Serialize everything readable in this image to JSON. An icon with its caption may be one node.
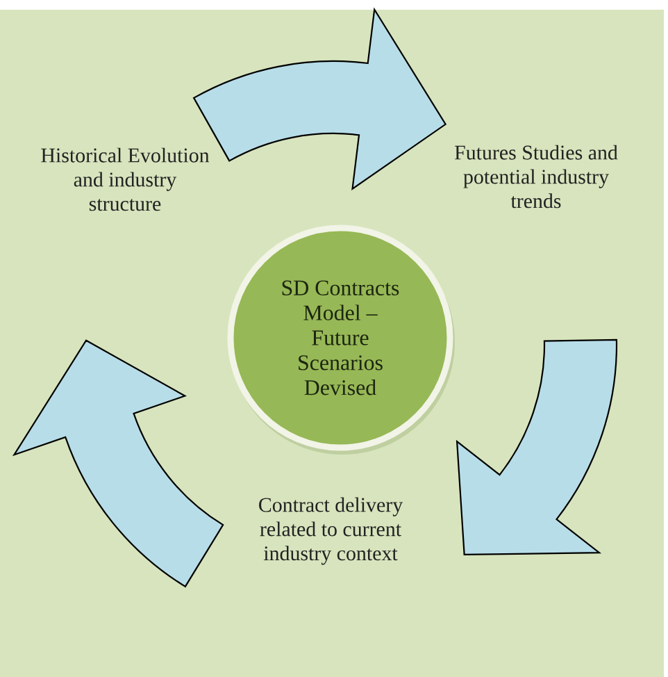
{
  "diagram": {
    "nodes": [
      {
        "text": [
          "Historical Evolution and industry structure"
        ]
      },
      {
        "text": [
          "Futures Studies and potential industry trends"
        ]
      },
      {
        "text": [
          "SD Contracts Model – Future Scenarios Devised"
        ]
      },
      {
        "text": [
          "Contract delivery related to current industry context"
        ]
      }
    ],
    "edges": [
      {
        "from": 0,
        "to": 1,
        "arrow": "to"
      },
      {
        "from": 1,
        "to": 3,
        "arrow": "to"
      },
      {
        "from": 3,
        "to": 0,
        "arrow": "to"
      }
    ]
  }
}
